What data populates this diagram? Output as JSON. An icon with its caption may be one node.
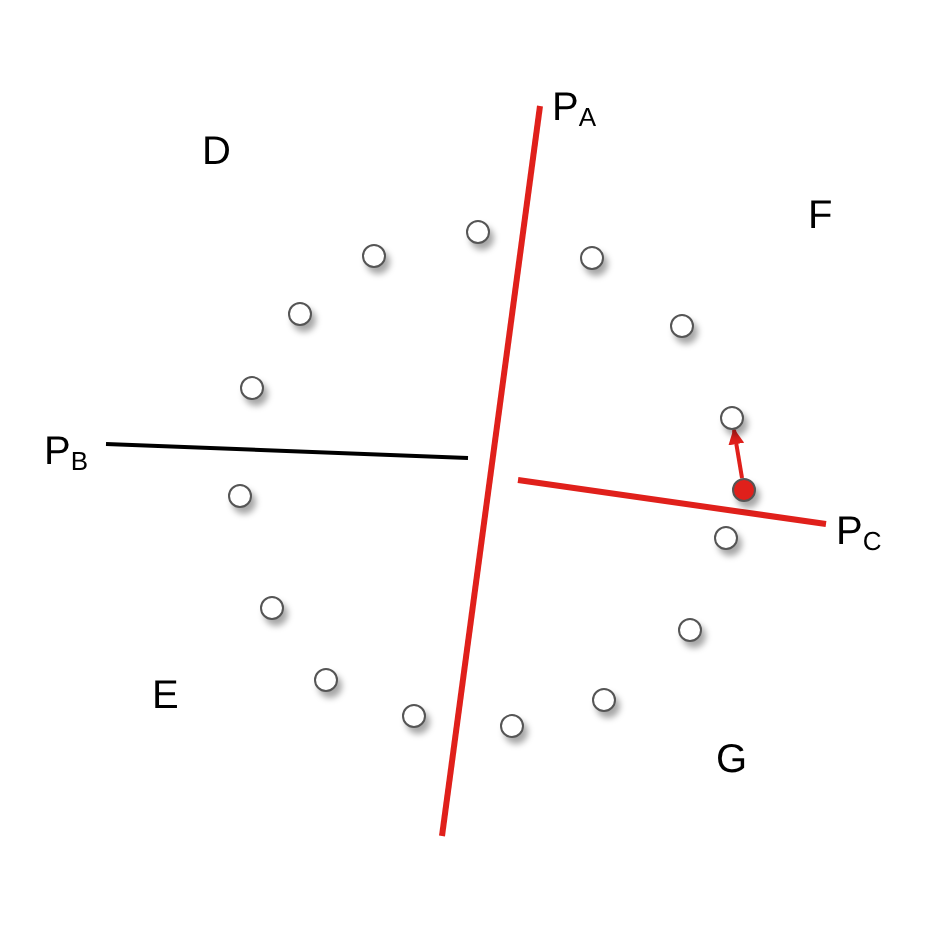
{
  "diagram": {
    "nodes": [
      {
        "text": [],
        "shape": "circle"
      },
      {
        "text": [],
        "shape": "circle"
      },
      {
        "text": [],
        "shape": "circle"
      },
      {
        "text": [],
        "shape": "circle"
      },
      {
        "text": [],
        "shape": "circle"
      },
      {
        "text": [],
        "shape": "circle"
      },
      {
        "text": [],
        "shape": "circle"
      },
      {
        "text": [],
        "shape": "circle"
      },
      {
        "text": [],
        "shape": "circle"
      },
      {
        "text": [],
        "shape": "circle"
      },
      {
        "text": [],
        "shape": "circle"
      },
      {
        "text": [],
        "shape": "circle"
      },
      {
        "text": [],
        "shape": "circle"
      },
      {
        "text": [],
        "shape": "circle"
      },
      {
        "text": [],
        "shape": "circle"
      },
      {
        "text": [],
        "shape": "circle"
      }
    ],
    "edges": [
      {
        "from": 7,
        "to": 6,
        "arrow": "to",
        "color": "#e0201b"
      }
    ],
    "labels": [
      "P$_{A}$",
      "D",
      "F",
      "P$_{B}$",
      "P$_{C}$",
      "E",
      "G"
    ]
  }
}
